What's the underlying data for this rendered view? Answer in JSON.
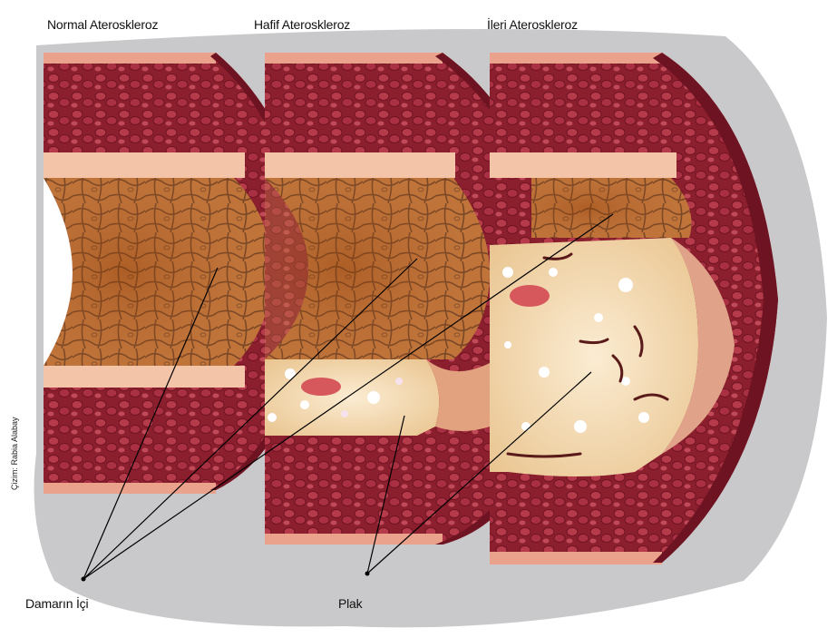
{
  "titles": {
    "normal": "Normal Ateroskleroz",
    "mild": "Hafif Ateroskleroz",
    "advanced": "İleri Ateroskleroz"
  },
  "callouts": {
    "lumen": "Damarın İçi",
    "plaque": "Plak"
  },
  "credit": "Çizim: Rabia Alabay",
  "colors": {
    "shadow": "#c9c9cb",
    "outer_wall": "#8c1f2e",
    "cell": "#b53a4a",
    "intima": "#eaa28c",
    "lumen": "#b5672d",
    "plaque": "#f0d3a5"
  }
}
